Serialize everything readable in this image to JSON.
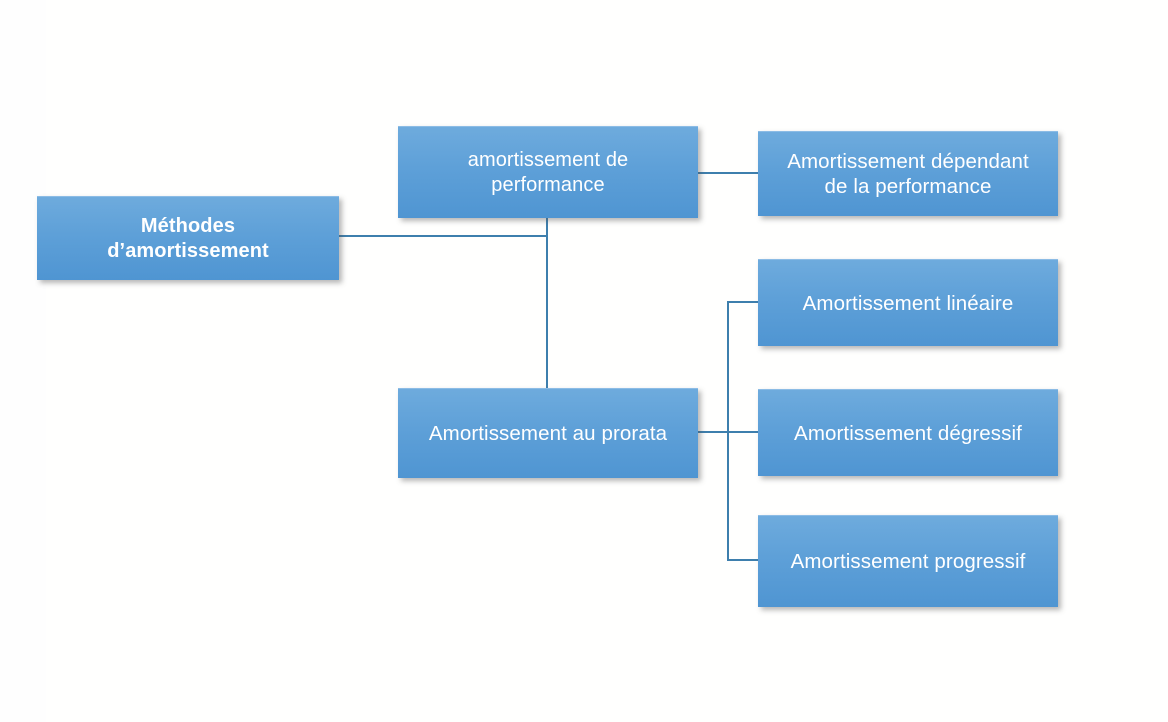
{
  "diagram": {
    "title": "Méthodes d'amortissement",
    "type": "hierarchy-org-chart",
    "colors": {
      "node_fill_top": "#6eabdd",
      "node_fill_bottom": "#4f95d2",
      "node_text": "#ffffff",
      "connector": "#3e7fad",
      "background": "#ffffff"
    },
    "nodes": {
      "root": "Méthodes\nd’amortissement",
      "performance": "amortissement de\nperformance",
      "dependant": "Amortissement dépendant\nde la performance",
      "prorata": "Amortissement au prorata",
      "lineaire": "Amortissement linéaire",
      "degressif": "Amortissement dégressif",
      "progressif": "Amortissement progressif"
    },
    "edges": [
      {
        "from": "root",
        "to": "performance"
      },
      {
        "from": "root",
        "to": "prorata"
      },
      {
        "from": "performance",
        "to": "dependant"
      },
      {
        "from": "prorata",
        "to": "lineaire"
      },
      {
        "from": "prorata",
        "to": "degressif"
      },
      {
        "from": "prorata",
        "to": "progressif"
      }
    ]
  }
}
